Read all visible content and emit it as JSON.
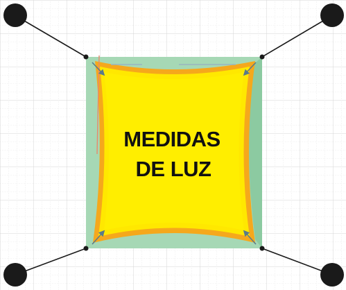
{
  "diagram": {
    "label_lines": [
      "MEDIDAS",
      "DE LUZ"
    ],
    "anchors": [
      "top-left-anchor",
      "top-right-anchor",
      "bottom-left-anchor",
      "bottom-right-anchor"
    ]
  },
  "colors": {
    "background": "#ffffff",
    "grid_minor": "#e4e4e4",
    "grid_major": "#d0d0d0",
    "frame_green": "#9fd4b0",
    "frame_green_edge": "#7cc196",
    "shade_yellow": "#ffe800",
    "shade_border": "#f5a81c",
    "measure_arrow": "#5a7a8a",
    "anchor_dot": "#1a1a1a",
    "cable": "#1a1a1a",
    "guide_line": "#e8896b",
    "text": "#111111"
  }
}
